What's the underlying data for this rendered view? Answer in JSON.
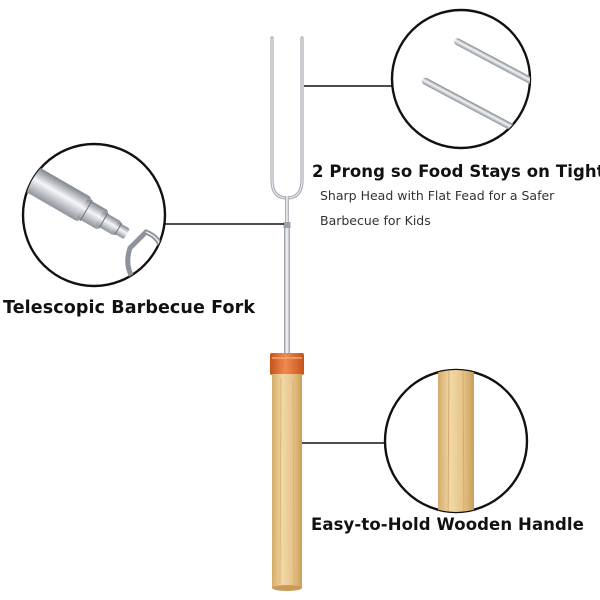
{
  "captions": {
    "prong_title": "2 Prong so Food Stays on Tight",
    "prong_desc_line1": "Sharp Head with Flat Fead for a Safer",
    "prong_desc_line2": "Barbecue for Kids",
    "telescopic_title": "Telescopic Barbecue Fork",
    "handle_title": "Easy-to-Hold Wooden Handle"
  },
  "colors": {
    "background": "#ffffff",
    "metal": "#c9ccd2",
    "metal_highlight": "#f2f3f6",
    "wood": "#e7c98f",
    "wood_dark": "#cfa865",
    "ferrule": "#e2692a",
    "line": "#111111"
  }
}
